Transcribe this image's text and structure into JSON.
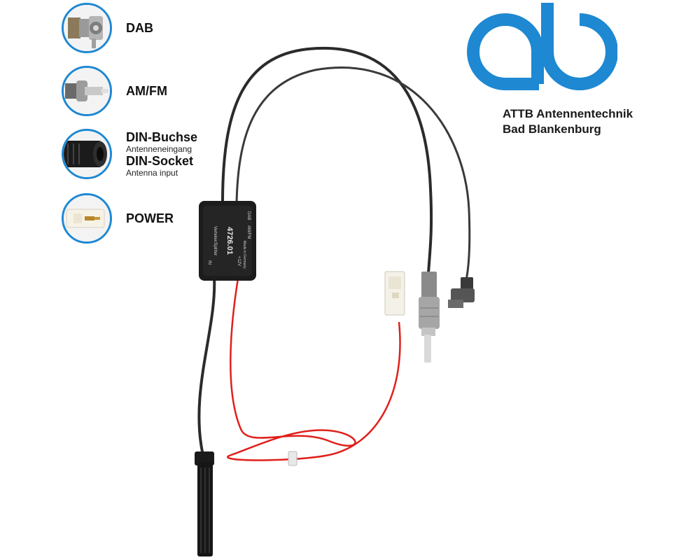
{
  "legend": [
    {
      "id": "dab",
      "title": "DAB",
      "subtitle": ""
    },
    {
      "id": "amfm",
      "title": "AM/FM",
      "subtitle": ""
    },
    {
      "id": "din",
      "title": "DIN-Buchse",
      "subtitle": "Antenneneingang",
      "title2": "DIN-Socket",
      "subtitle2": "Antenna input"
    },
    {
      "id": "power",
      "title": "POWER",
      "subtitle": ""
    }
  ],
  "brand": {
    "line1": "ATTB Antennentechnik",
    "line2": "Bad Blankenburg",
    "logo_color": "#1e88d2"
  },
  "splitter": {
    "label_top": "Verteiler/Splitter",
    "part_number": "4726.01",
    "label_left": "IN",
    "label_dab": "DAB",
    "label_amfm": "AM/FM",
    "label_voltage": "+12V",
    "label_made": "Made in Germany"
  },
  "colors": {
    "accent": "#1e88d2",
    "cable": "#2b2b2b",
    "power_wire": "#e0201c",
    "module": "#1c1c1c"
  }
}
